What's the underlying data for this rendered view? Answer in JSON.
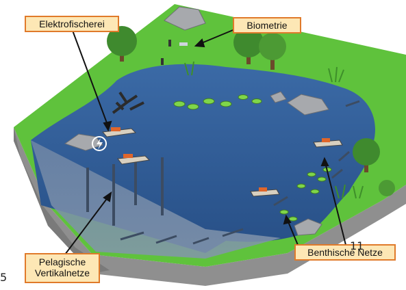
{
  "labels": {
    "electrofishing": "Elektrofischerei",
    "biometry": "Biometrie",
    "pelagic_line1": "Pelagische",
    "pelagic_line2": "Vertikalnetze",
    "benthic": "Benthische Netze",
    "overlay_number": "11",
    "corner_mark": "5"
  },
  "colors": {
    "label_fill": "#fde7b5",
    "label_border": "#e07a2a",
    "water": "#2f5a8f",
    "grass": "#5fc23c",
    "ground": "#9a9a9a"
  }
}
